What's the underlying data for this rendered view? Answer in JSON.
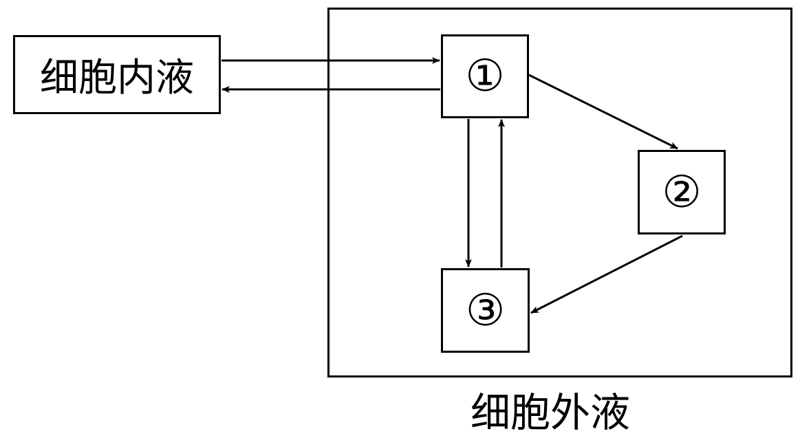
{
  "labels": {
    "intracellular": "细胞内液",
    "extracellular": "细胞外液",
    "node1": "①",
    "node2": "②",
    "node3": "③"
  },
  "colors": {
    "stroke": "#000000",
    "background": "#ffffff"
  }
}
